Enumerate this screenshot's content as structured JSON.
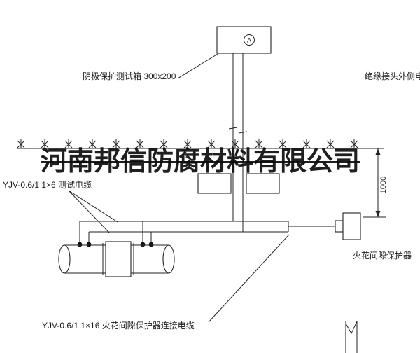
{
  "watermark": "河南邦信防腐材料有限公司",
  "labels": {
    "test_box": "阴极保护测试箱 300x200",
    "outside_cable": "绝缘接头外侧电缆",
    "test_cable": "YJV-0.6/1 1×6  测试电缆",
    "protector": "火花间隙保护器",
    "connection_cable": "YJV-0.6/1 1×16  火花间隙保护器连接电缆",
    "dimension": "1000",
    "meter_symbol": "A"
  },
  "colors": {
    "line": "#222222",
    "background": "#ffffff",
    "watermark": "#0c0c0c"
  }
}
